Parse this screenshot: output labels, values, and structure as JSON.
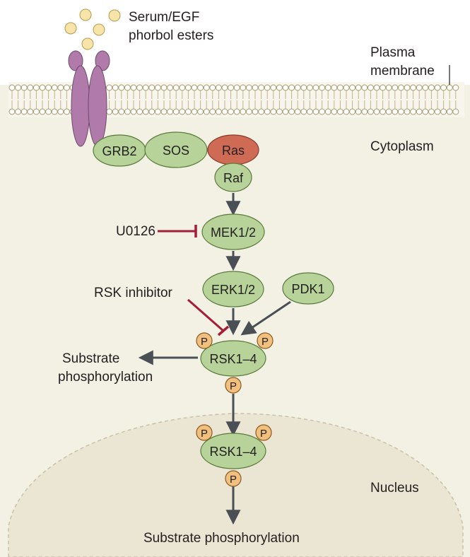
{
  "labels": {
    "ligand_line1": "Serum/EGF",
    "ligand_line2": "phorbol esters",
    "membrane_line1": "Plasma",
    "membrane_line2": "membrane",
    "cytoplasm": "Cytoplasm",
    "nucleus": "Nucleus",
    "u0126": "U0126",
    "rsk_inhibitor": "RSK inhibitor",
    "substrate_cyto_line1": "Substrate",
    "substrate_cyto_line2": "phosphorylation",
    "substrate_nuclear": "Substrate phosphorylation"
  },
  "nodes": {
    "grb2": "GRB2",
    "sos": "SOS",
    "ras": "Ras",
    "raf": "Raf",
    "mek": "MEK1/2",
    "erk": "ERK1/2",
    "pdk1": "PDK1",
    "rsk_cyto": "RSK1–4",
    "rsk_nuc": "RSK1–4"
  },
  "phospho_label": "P",
  "colors": {
    "cytoplasm_bg": "#f3f0e4",
    "nucleus_bg": "#ebe6d3",
    "protein_green": "#b7d399",
    "protein_stroke": "#5a7a3c",
    "ras_red": "#cf6a55",
    "receptor_purple": "#b07bab",
    "phospho_orange": "#f2c07e",
    "ligand_yellow": "#f6e4a8",
    "arrow_gray": "#4a4f56",
    "inhibitor_red": "#a51d36"
  }
}
